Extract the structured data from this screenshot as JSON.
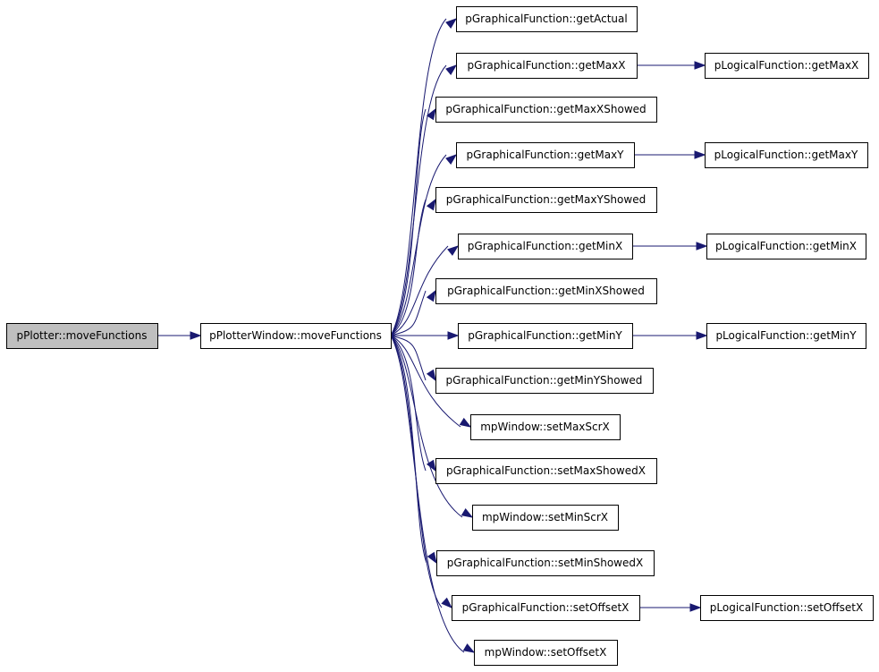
{
  "graph": {
    "edge_color": "#191970",
    "root_fill": "#bfbfbf",
    "nodes": [
      {
        "id": "root",
        "label": "pPlotter::moveFunctions"
      },
      {
        "id": "pw",
        "label": "pPlotterWindow::moveFunctions"
      },
      {
        "id": "getActual",
        "label": "pGraphicalFunction::getActual"
      },
      {
        "id": "getMaxX",
        "label": "pGraphicalFunction::getMaxX"
      },
      {
        "id": "getMaxXShowed",
        "label": "pGraphicalFunction::getMaxXShowed"
      },
      {
        "id": "getMaxY",
        "label": "pGraphicalFunction::getMaxY"
      },
      {
        "id": "getMaxYShowed",
        "label": "pGraphicalFunction::getMaxYShowed"
      },
      {
        "id": "getMinX",
        "label": "pGraphicalFunction::getMinX"
      },
      {
        "id": "getMinXShowed",
        "label": "pGraphicalFunction::getMinXShowed"
      },
      {
        "id": "getMinY",
        "label": "pGraphicalFunction::getMinY"
      },
      {
        "id": "getMinYShowed",
        "label": "pGraphicalFunction::getMinYShowed"
      },
      {
        "id": "setMaxScrX",
        "label": "mpWindow::setMaxScrX"
      },
      {
        "id": "setMaxShowedX",
        "label": "pGraphicalFunction::setMaxShowedX"
      },
      {
        "id": "setMinScrX",
        "label": "mpWindow::setMinScrX"
      },
      {
        "id": "setMinShowedX",
        "label": "pGraphicalFunction::setMinShowedX"
      },
      {
        "id": "setOffsetX",
        "label": "pGraphicalFunction::setOffsetX"
      },
      {
        "id": "mpSetOffsetX",
        "label": "mpWindow::setOffsetX"
      },
      {
        "id": "lGetMaxX",
        "label": "pLogicalFunction::getMaxX"
      },
      {
        "id": "lGetMaxY",
        "label": "pLogicalFunction::getMaxY"
      },
      {
        "id": "lGetMinX",
        "label": "pLogicalFunction::getMinX"
      },
      {
        "id": "lGetMinY",
        "label": "pLogicalFunction::getMinY"
      },
      {
        "id": "lSetOffsetX",
        "label": "pLogicalFunction::setOffsetX"
      }
    ],
    "edges": [
      [
        "root",
        "pw"
      ],
      [
        "pw",
        "getActual"
      ],
      [
        "pw",
        "getMaxX"
      ],
      [
        "pw",
        "getMaxXShowed"
      ],
      [
        "pw",
        "getMaxY"
      ],
      [
        "pw",
        "getMaxYShowed"
      ],
      [
        "pw",
        "getMinX"
      ],
      [
        "pw",
        "getMinXShowed"
      ],
      [
        "pw",
        "getMinY"
      ],
      [
        "pw",
        "getMinYShowed"
      ],
      [
        "pw",
        "setMaxScrX"
      ],
      [
        "pw",
        "setMaxShowedX"
      ],
      [
        "pw",
        "setMinScrX"
      ],
      [
        "pw",
        "setMinShowedX"
      ],
      [
        "pw",
        "setOffsetX"
      ],
      [
        "pw",
        "mpSetOffsetX"
      ],
      [
        "getMaxX",
        "lGetMaxX"
      ],
      [
        "getMaxY",
        "lGetMaxY"
      ],
      [
        "getMinX",
        "lGetMinX"
      ],
      [
        "getMinY",
        "lGetMinY"
      ],
      [
        "setOffsetX",
        "lSetOffsetX"
      ]
    ]
  }
}
